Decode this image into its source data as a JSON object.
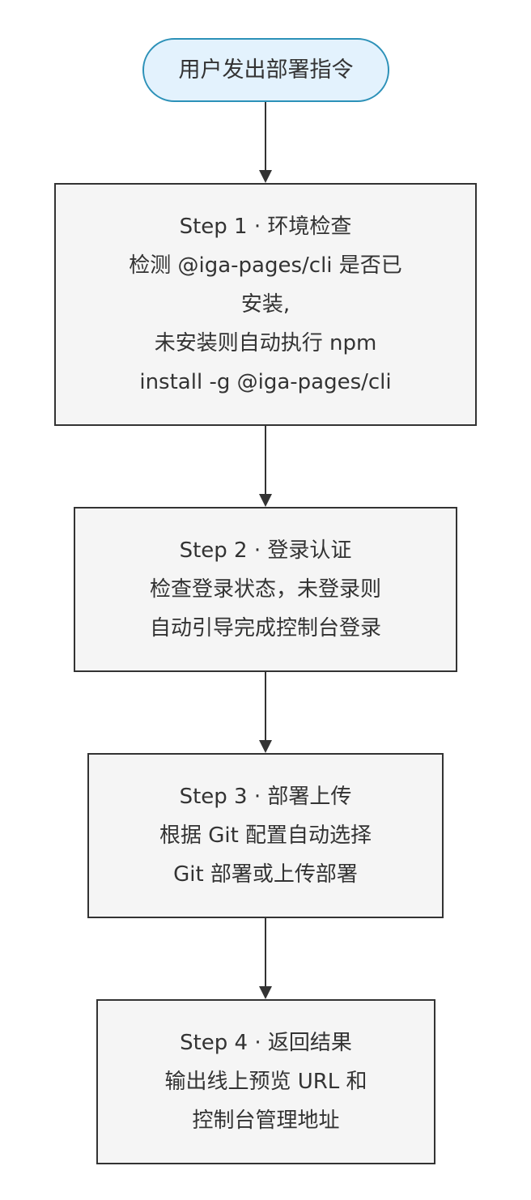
{
  "flowchart": {
    "start": {
      "label": "用户发出部署指令"
    },
    "steps": [
      {
        "lines": [
          "Step 1 · 环境检查",
          "检测 @iga-pages/cli 是否已",
          "安装,",
          "未安装则自动执行 npm",
          "install -g @iga-pages/cli"
        ]
      },
      {
        "lines": [
          "Step 2 · 登录认证",
          "检查登录状态，未登录则",
          "自动引导完成控制台登录"
        ]
      },
      {
        "lines": [
          "Step 3 · 部署上传",
          "根据 Git 配置自动选择",
          "Git 部署或上传部署"
        ]
      },
      {
        "lines": [
          "Step 4 · 返回结果",
          "输出线上预览 URL 和",
          "控制台管理地址"
        ]
      }
    ]
  },
  "colors": {
    "start_fill": "#e3f2fd",
    "start_border": "#2c91b8",
    "box_fill": "#f5f5f5",
    "box_border": "#333333",
    "arrow": "#333333",
    "text": "#333333"
  }
}
